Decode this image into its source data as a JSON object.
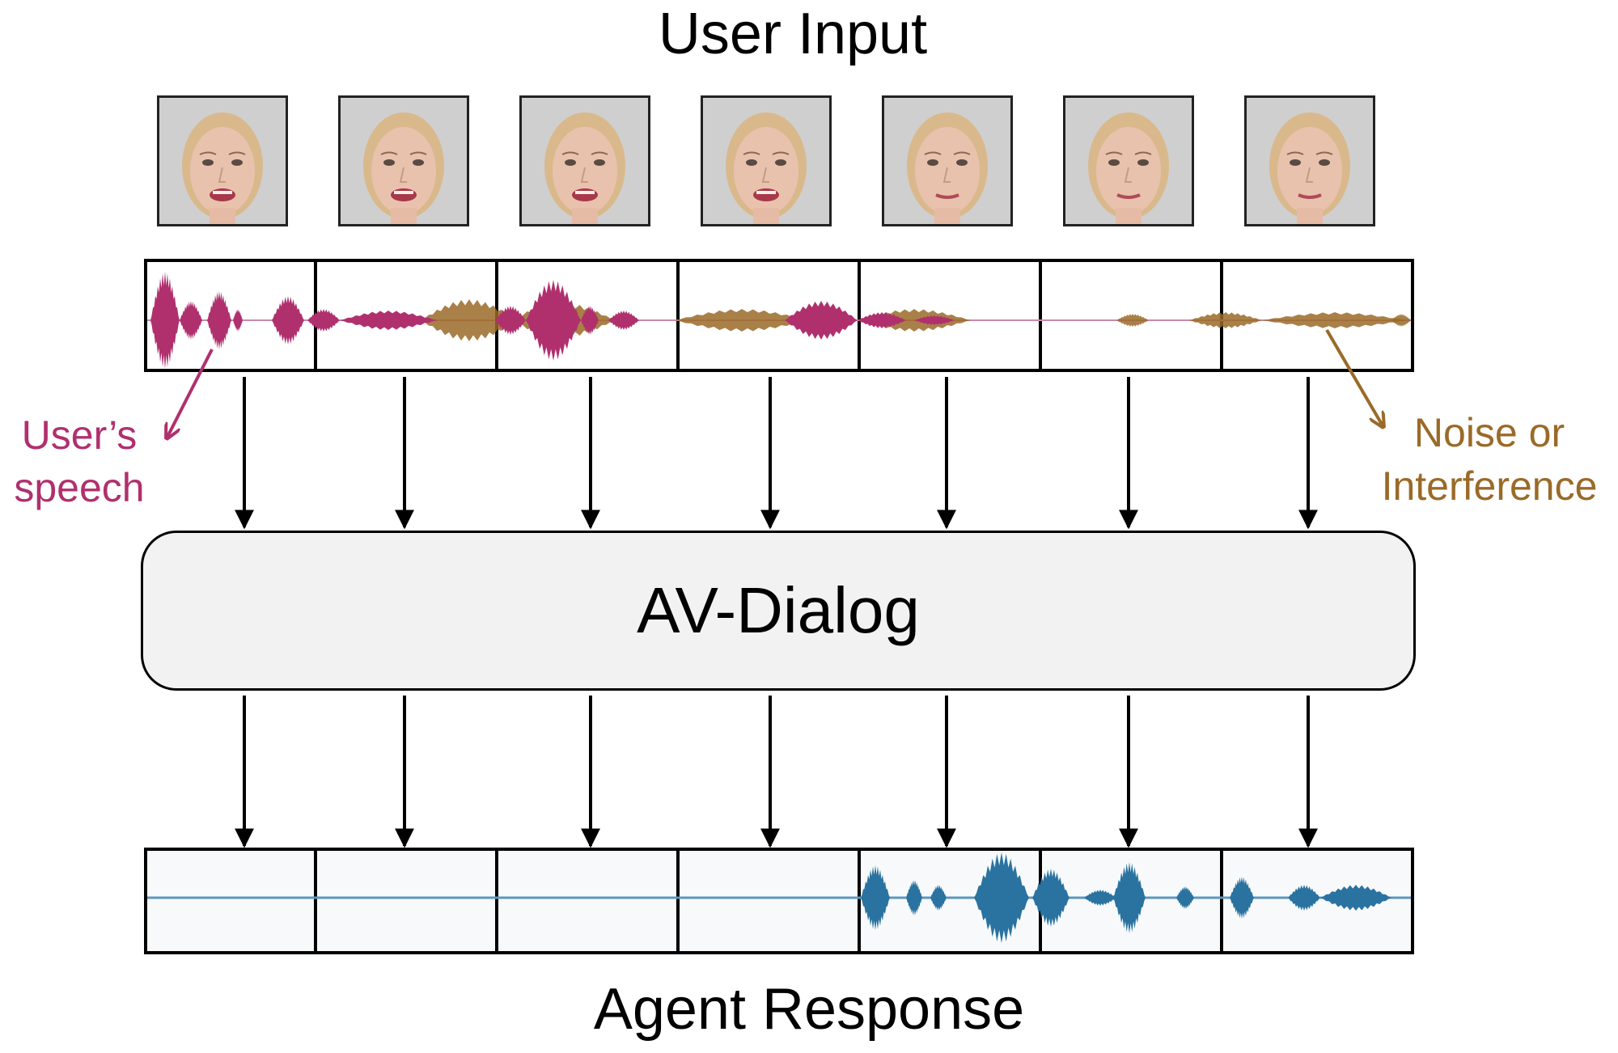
{
  "title_top": "User Input",
  "title_bottom": "Agent Response",
  "model_label": "AV-Dialog",
  "speech_label": "User’s speech",
  "noise_label": "Noise or Interference",
  "colors": {
    "speech": "#b0306e",
    "noise": "#9a6a28",
    "agent": "#2a73a0",
    "model_fill": "#f2f2f2",
    "face_bg": "#cfcfcf"
  },
  "frame_count": 7,
  "face_frames": [
    {
      "mouth": "open"
    },
    {
      "mouth": "open"
    },
    {
      "mouth": "open"
    },
    {
      "mouth": "open"
    },
    {
      "mouth": "closed"
    },
    {
      "mouth": "closed"
    },
    {
      "mouth": "closed"
    }
  ]
}
